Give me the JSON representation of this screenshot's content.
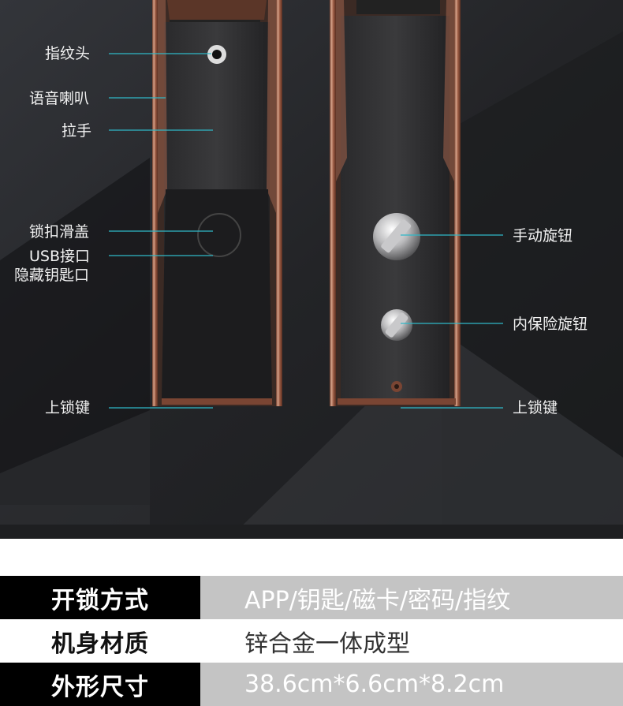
{
  "callouts": {
    "fingerprint": "指纹头",
    "speaker": "语音喇叭",
    "handle": "拉手",
    "slide_cover": "锁扣滑盖",
    "usb": "USB接口",
    "hidden_keyhole": "隐藏钥匙口",
    "lock_key_left": "上锁键",
    "manual_knob": "手动旋钮",
    "safety_knob": "内保险旋钮",
    "lock_key_right": "上锁键"
  },
  "specs": [
    {
      "label": "开锁方式",
      "value": "APP/钥匙/磁卡/密码/指纹"
    },
    {
      "label": "机身材质",
      "value": "锌合金一体成型"
    },
    {
      "label": "外形尺寸",
      "value": "38.6cm*6.6cm*8.2cm"
    }
  ],
  "colors": {
    "callout_line": "#2fb9c8",
    "bronze": "#b0735a",
    "panel": "#1c1c1e",
    "table_dark": "#000000",
    "table_grey": "#c4c4c4"
  }
}
